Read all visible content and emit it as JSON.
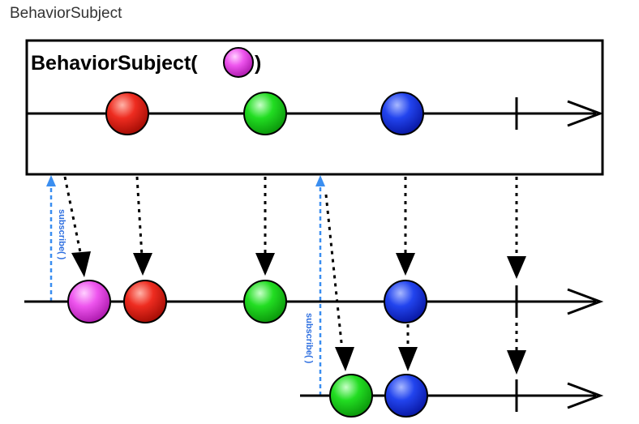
{
  "page": {
    "heading": "BehaviorSubject"
  },
  "diagram": {
    "title_prefix": "BehaviorSubject(",
    "title_suffix": ")",
    "initial_marble_color": "#ee55ee",
    "subscribe_label": "subscribe( )",
    "marble_colors": {
      "red": "#e8261e",
      "green": "#1fd21f",
      "blue": "#1f3fe8",
      "magenta": "#ee55ee"
    },
    "subscribe_arrow_color": "#3a8ef0",
    "line_color": "#000000",
    "source_marbles": [
      "red",
      "green",
      "blue"
    ],
    "source_completes": true,
    "subscriber1_marbles": [
      "magenta",
      "red",
      "green",
      "blue"
    ],
    "subscriber1_completes": true,
    "subscriber2_marbles": [
      "green",
      "blue"
    ],
    "subscriber2_completes": true
  }
}
